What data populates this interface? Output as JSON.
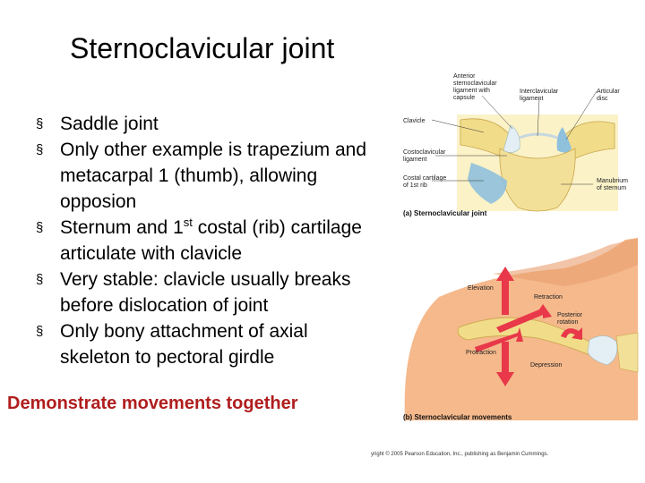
{
  "slide": {
    "title": "Sternoclavicular joint",
    "bullets": [
      {
        "text": "Saddle joint"
      },
      {
        "text": "Only other example is trapezium and metacarpal 1 (thumb), allowing opposion"
      },
      {
        "pre": "Sternum and 1",
        "sup": "st",
        "post": " costal (rib) cartilage articulate with clavicle"
      },
      {
        "text": "Very stable: clavicle usually breaks before dislocation of joint"
      },
      {
        "text": "Only bony attachment of axial skeleton to pectoral girdle"
      }
    ],
    "emphasis": "Demonstrate movements together"
  },
  "figure_a": {
    "caption": "(a) Sternoclavicular joint",
    "labels": {
      "anterior_ligament": [
        "Anterior",
        "sternoclavicular",
        "ligament with",
        "capsule"
      ],
      "interclavicular": [
        "Interclavicular",
        "ligament"
      ],
      "articular_disc": [
        "Articular",
        "disc"
      ],
      "clavicle": [
        "Clavicle"
      ],
      "costoclavicular": [
        "Costoclavicular",
        "ligament"
      ],
      "costal_cartilage": [
        "Costal cartilage",
        "of 1st rib"
      ],
      "manubrium": [
        "Manubrium",
        "of sternum"
      ]
    }
  },
  "figure_b": {
    "caption": "(b) Sternoclavicular movements",
    "labels": {
      "elevation": "Elevation",
      "retraction": "Retraction",
      "posterior_rotation": [
        "Posterior",
        "rotation"
      ],
      "protraction": "Protraction",
      "depression": "Depression"
    }
  },
  "credit": "yright © 2005 Pearson Education, Inc., publishing as Benjamin Cummings.",
  "colors": {
    "emphasis": "#b01e1e",
    "bone": "#f1dc8a",
    "cartilage": "#8fc0dc",
    "arrow": "#e8384a",
    "skin": "#f5b98c"
  }
}
